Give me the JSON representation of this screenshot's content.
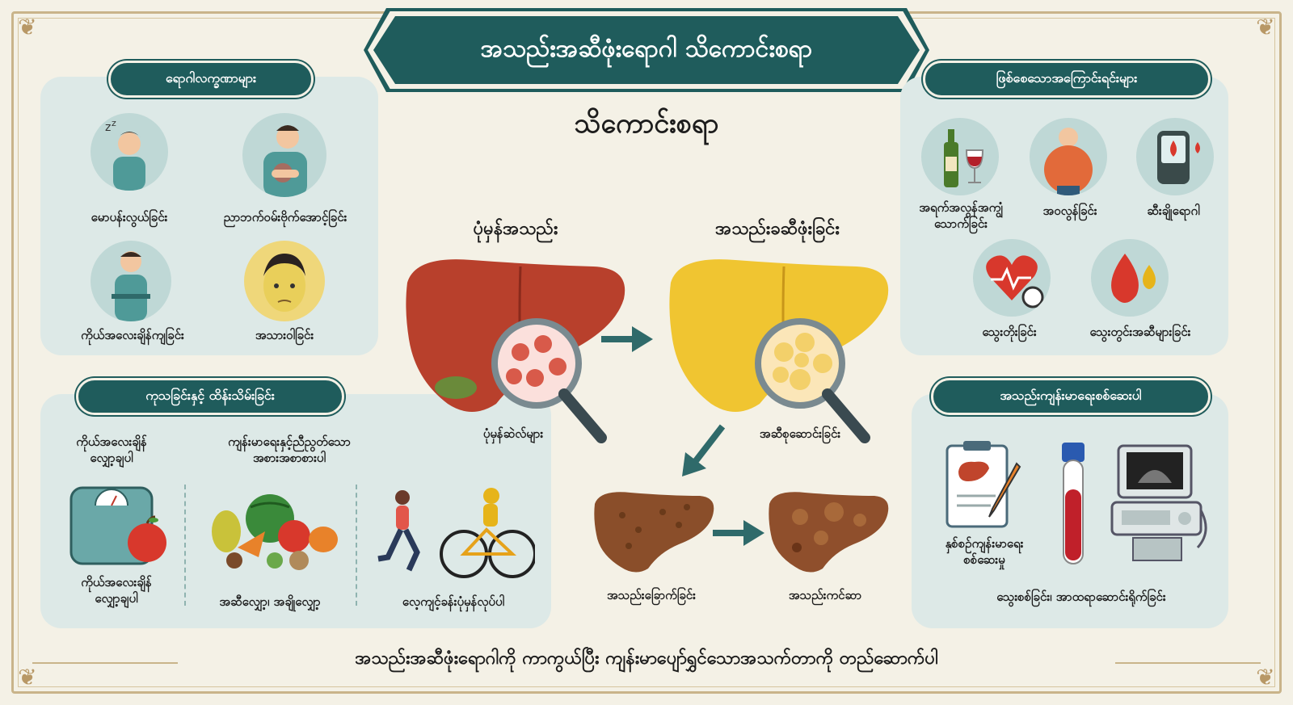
{
  "title": "အသည်းအဆီဖုံးရောဂါ သိကောင်းစရာ",
  "subtitle": "သိကောင်းစရာ",
  "symptoms": {
    "heading": "ရောဂါလက္ခဏာများ",
    "items": [
      "မောပန်းလွယ်ခြင်း",
      "ညာဘက်ဝမ်းဗိုက်အောင့်ခြင်း",
      "ကိုယ်အလေးချိန်ကျခြင်း",
      "အသားဝါခြင်း"
    ]
  },
  "prevention": {
    "heading": "ကုသခြင်းနှင့် ထိန်းသိမ်းခြင်း",
    "top_labels": [
      "ကိုယ်အလေးချိန်\nလျှော့ချပါ",
      "ကျန်းမာရေးနှင့်ညီညွတ်သော\nအစားအစာစားပါ"
    ],
    "bottom_labels": [
      "ကိုယ်အလေးချိန်\nလျှော့ချပါ",
      "အဆီလျှော့၊ အချိုလျှော့",
      "လေ့ကျင့်ခန်းပုံမှန်လုပ်ပါ"
    ]
  },
  "causes": {
    "heading": "ဖြစ်စေသောအကြောင်းရင်းများ",
    "items": [
      "အရက်အလွန်အကျွံ\nသောက်ခြင်း",
      "အဝလွန်ခြင်း",
      "ဆီးချိုရောဂါ",
      "သွေးတိုးခြင်း",
      "သွေးတွင်းအဆီများခြင်း"
    ]
  },
  "checkup": {
    "heading": "အသည်းကျန်းမာရေးစစ်ဆေးပါ",
    "items": [
      "နှစ်စဉ်ကျန်းမာရေး\nစစ်ဆေးမှု",
      "သွေးစစ်ခြင်း၊ အာထရာဆောင်းရိုက်ခြင်း"
    ]
  },
  "stages": {
    "normal": "ပုံမှန်အသည်း",
    "normal_cells": "ပုံမှန်ဆဲလ်များ",
    "fatty": "အသည်းခဆီဖုံးခြင်း",
    "fatty_cells": "အဆီစုဆောင်းခြင်း",
    "cirrhosis": "အသည်းခြောက်ခြင်း",
    "cancer": "အသည်းကင်ဆာ"
  },
  "footer": "အသည်းအဆီဖုံးရောဂါကို ကာကွယ်ပြီး ကျန်းမာပျော်ရွှင်သောအသက်တာကို တည်ဆောက်ပါ",
  "colors": {
    "teal": "#1f5c5c",
    "panel": "#dde9e7",
    "background": "#f4f1e6",
    "normal_liver": "#b8402c",
    "fatty_liver": "#f0c531",
    "cirrhosis_liver": "#8a4e2a"
  }
}
